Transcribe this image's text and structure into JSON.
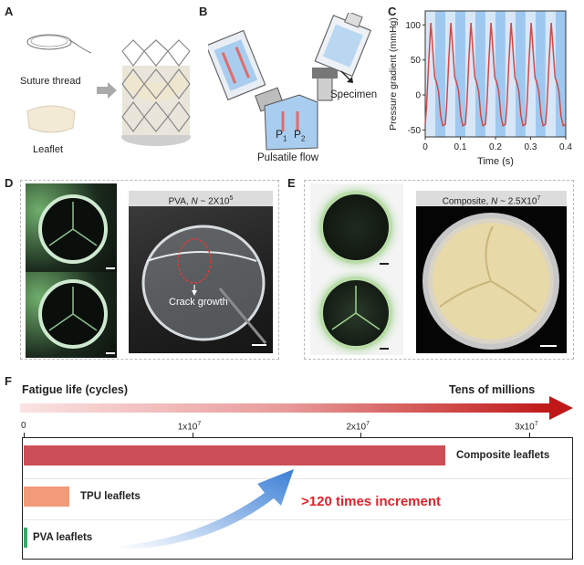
{
  "panel_a": {
    "label": "A",
    "suture_label": "Suture thread",
    "leaflet_label": "Leaflet"
  },
  "panel_b": {
    "label": "B",
    "specimen_label": "Specimen",
    "flow_label": "Pulsatile flow",
    "p1": "P",
    "p1_sub": "1",
    "p2": "P",
    "p2_sub": "2"
  },
  "panel_c": {
    "label": "C"
  },
  "panel_d": {
    "label": "D",
    "title_prefix": "PVA, ",
    "title_n": "N",
    "title_mid": " ~ 2X10",
    "title_exp": "5",
    "annotation": "Crack growth"
  },
  "panel_e": {
    "label": "E",
    "title_prefix": "Composite, ",
    "title_n": "N",
    "title_mid": " ~ 2.5X10",
    "title_exp": "7"
  },
  "panel_f": {
    "label": "F",
    "arrow_left": "Fatigue life (cycles)",
    "arrow_right": "Tens of millions",
    "increment_label": ">120 times increment"
  },
  "colors": {
    "composite": "#cc4e57",
    "tpu": "#f29b78",
    "pva": "#3aa86a",
    "increment": "#e0232b",
    "trace": "#d04a4a",
    "band_light": "#d7e7f7",
    "band_dark": "#9ec8ef"
  },
  "chart_data": [
    {
      "type": "line",
      "panel": "C",
      "xlabel": "Time (s)",
      "ylabel": "Pressure gradient (mmHg)",
      "xlim": [
        0,
        0.4
      ],
      "ylim": [
        -60,
        120
      ],
      "xticks": [
        0,
        0.1,
        0.2,
        0.3,
        0.4
      ],
      "yticks": [
        -50,
        0,
        50,
        100
      ],
      "grid": false,
      "period": 0.0571,
      "series": [
        {
          "x": [
            0.0,
            0.004,
            0.01,
            0.016,
            0.022,
            0.027,
            0.032,
            0.038,
            0.044,
            0.05,
            0.057
          ],
          "y": [
            -42,
            -15,
            50,
            103,
            60,
            25,
            18,
            5,
            -30,
            -44,
            -42
          ]
        }
      ]
    },
    {
      "type": "bar",
      "panel": "F",
      "orientation": "horizontal",
      "categories": [
        "Composite leaflets",
        "TPU leaflets",
        "PVA leaflets"
      ],
      "values": [
        25000000,
        2700000,
        200000
      ],
      "xlim": [
        0,
        32000000
      ],
      "xticks": [
        {
          "value": 0,
          "base": "0",
          "exp": ""
        },
        {
          "value": 10000000,
          "base": "1x10",
          "exp": "7"
        },
        {
          "value": 20000000,
          "base": "2x10",
          "exp": "7"
        },
        {
          "value": 30000000,
          "base": "3x10",
          "exp": "7"
        }
      ]
    }
  ]
}
